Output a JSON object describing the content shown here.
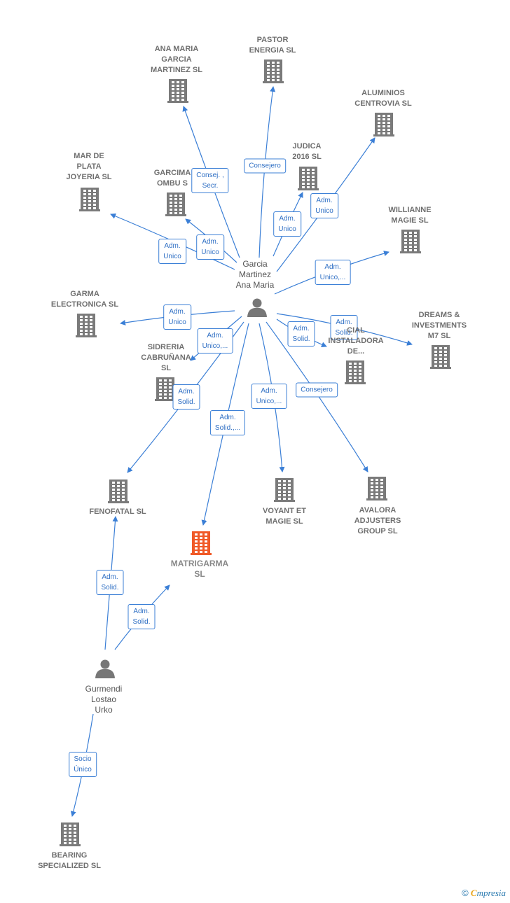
{
  "colors": {
    "edge": "#3b7fd6",
    "building": "#7a7a7a",
    "focus": "#f05a28",
    "person": "#777777"
  },
  "nodes": [
    {
      "id": "ana_maria",
      "type": "company",
      "label": "ANA MARIA\nGARCIA\nMARTINEZ SL"
    },
    {
      "id": "pastor",
      "type": "company",
      "label": "PASTOR\nENERGIA SL"
    },
    {
      "id": "aluminios",
      "type": "company",
      "label": "ALUMINIOS\nCENTROVIA SL"
    },
    {
      "id": "judica",
      "type": "company",
      "label": "JUDICA\n2016  SL"
    },
    {
      "id": "mar_de_plata",
      "type": "company",
      "label": "MAR DE\nPLATA\nJOYERIA  SL"
    },
    {
      "id": "garcima",
      "type": "company",
      "label": "GARCIMA\nOMBU  S"
    },
    {
      "id": "willianne",
      "type": "company",
      "label": "WILLIANNE\nMAGIE  SL"
    },
    {
      "id": "garma",
      "type": "company",
      "label": "GARMA\nELECTRONICA SL"
    },
    {
      "id": "dreams",
      "type": "company",
      "label": "DREAMS &\nINVESTMENTS\nM7  SL"
    },
    {
      "id": "sidreria",
      "type": "company",
      "label": "SIDRERIA\nCABRUÑANA\nSL"
    },
    {
      "id": "comercial",
      "type": "company",
      "label": "CIAL\nINSTALADORA\nDE..."
    },
    {
      "id": "fenofatal",
      "type": "company",
      "label": "FENOFATAL  SL"
    },
    {
      "id": "voyant",
      "type": "company",
      "label": "VOYANT ET\nMAGIE  SL"
    },
    {
      "id": "avalora",
      "type": "company",
      "label": "AVALORA\nADJUSTERS\nGROUP SL"
    },
    {
      "id": "matrigarma",
      "type": "focus",
      "label": "MATRIGARMA\nSL"
    },
    {
      "id": "bearing",
      "type": "company",
      "label": "BEARING\nSPECIALIZED SL"
    },
    {
      "id": "garcia",
      "type": "person",
      "label": "Garcia\nMartinez\nAna Maria"
    },
    {
      "id": "gurmendi",
      "type": "person",
      "label": "Gurmendi\nLostao\nUrko"
    }
  ],
  "edges": [
    {
      "from": "garcia",
      "to": "ana_maria",
      "label": "Consej. ,\nSecr."
    },
    {
      "from": "garcia",
      "to": "pastor",
      "label": "Consejero"
    },
    {
      "from": "garcia",
      "to": "judica",
      "label": "Adm.\nUnico"
    },
    {
      "from": "garcia",
      "to": "aluminios",
      "label": "Adm.\nUnico"
    },
    {
      "from": "garcia",
      "to": "mar_de_plata",
      "label": "Adm.\nUnico"
    },
    {
      "from": "garcia",
      "to": "garcima",
      "label": "Adm.\nUnico"
    },
    {
      "from": "garcia",
      "to": "willianne",
      "label": "Adm.\nUnico,..."
    },
    {
      "from": "garcia",
      "to": "garma",
      "label": "Adm.\nUnico"
    },
    {
      "from": "garcia",
      "to": "sidreria",
      "label": "Adm.\nUnico,..."
    },
    {
      "from": "garcia",
      "to": "comercial",
      "label": "Adm.\nSolid."
    },
    {
      "from": "garcia",
      "to": "dreams",
      "label": "Adm.\nSolid."
    },
    {
      "from": "garcia",
      "to": "fenofatal",
      "label": "Adm.\nSolid."
    },
    {
      "from": "garcia",
      "to": "matrigarma",
      "label": "Adm.\nSolid.,..."
    },
    {
      "from": "garcia",
      "to": "voyant",
      "label": "Adm.\nUnico,..."
    },
    {
      "from": "garcia",
      "to": "avalora",
      "label": "Consejero"
    },
    {
      "from": "gurmendi",
      "to": "fenofatal",
      "label": "Adm.\nSolid."
    },
    {
      "from": "gurmendi",
      "to": "matrigarma",
      "label": "Adm.\nSolid."
    },
    {
      "from": "gurmendi",
      "to": "bearing",
      "label": "Socio\nÚnico"
    }
  ],
  "watermark": {
    "copyright": "©",
    "brand_first": "C",
    "brand_rest": "mpresia"
  }
}
